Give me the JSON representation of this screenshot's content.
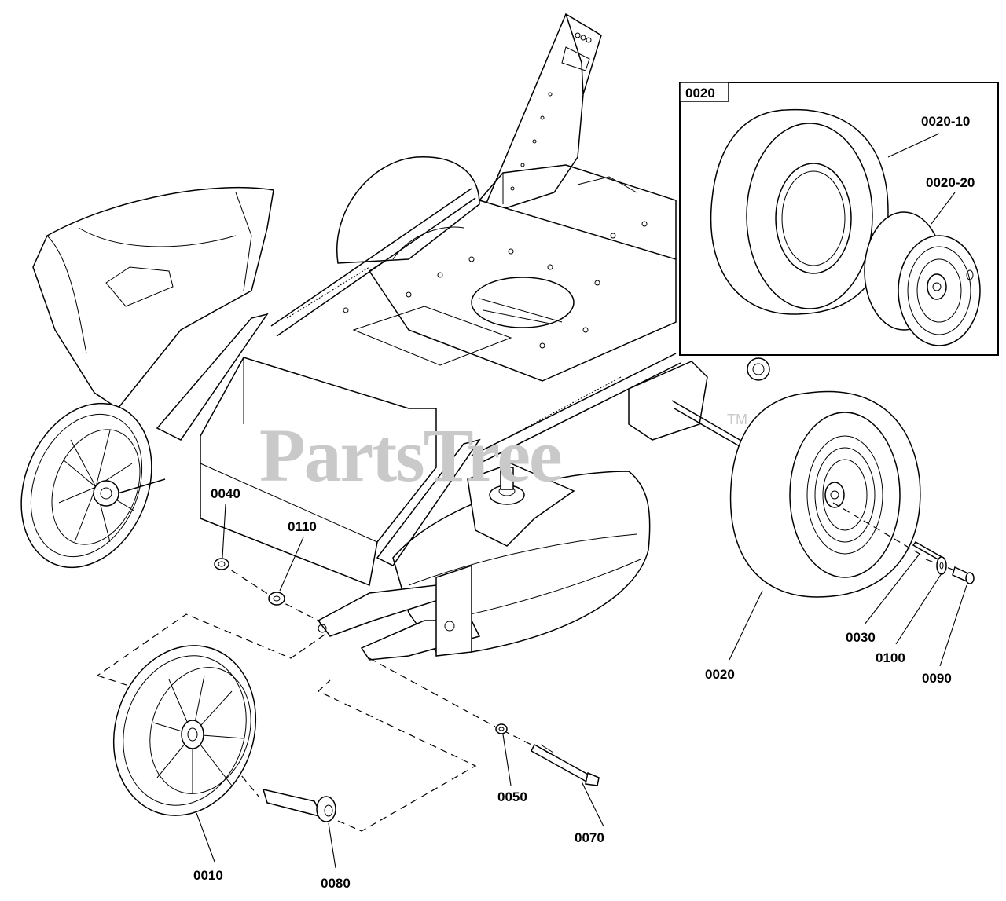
{
  "watermark": {
    "text": "PartsTree",
    "tm": "TM"
  },
  "callouts": {
    "c0010": "0010",
    "c0020": "0020",
    "c0030": "0030",
    "c0040": "0040",
    "c0050": "0050",
    "c0070": "0070",
    "c0080": "0080",
    "c0090": "0090",
    "c0100": "0100",
    "c0110": "0110"
  },
  "inset": {
    "box_label": "0020",
    "tire_label": "0020-10",
    "rim_label": "0020-20"
  }
}
